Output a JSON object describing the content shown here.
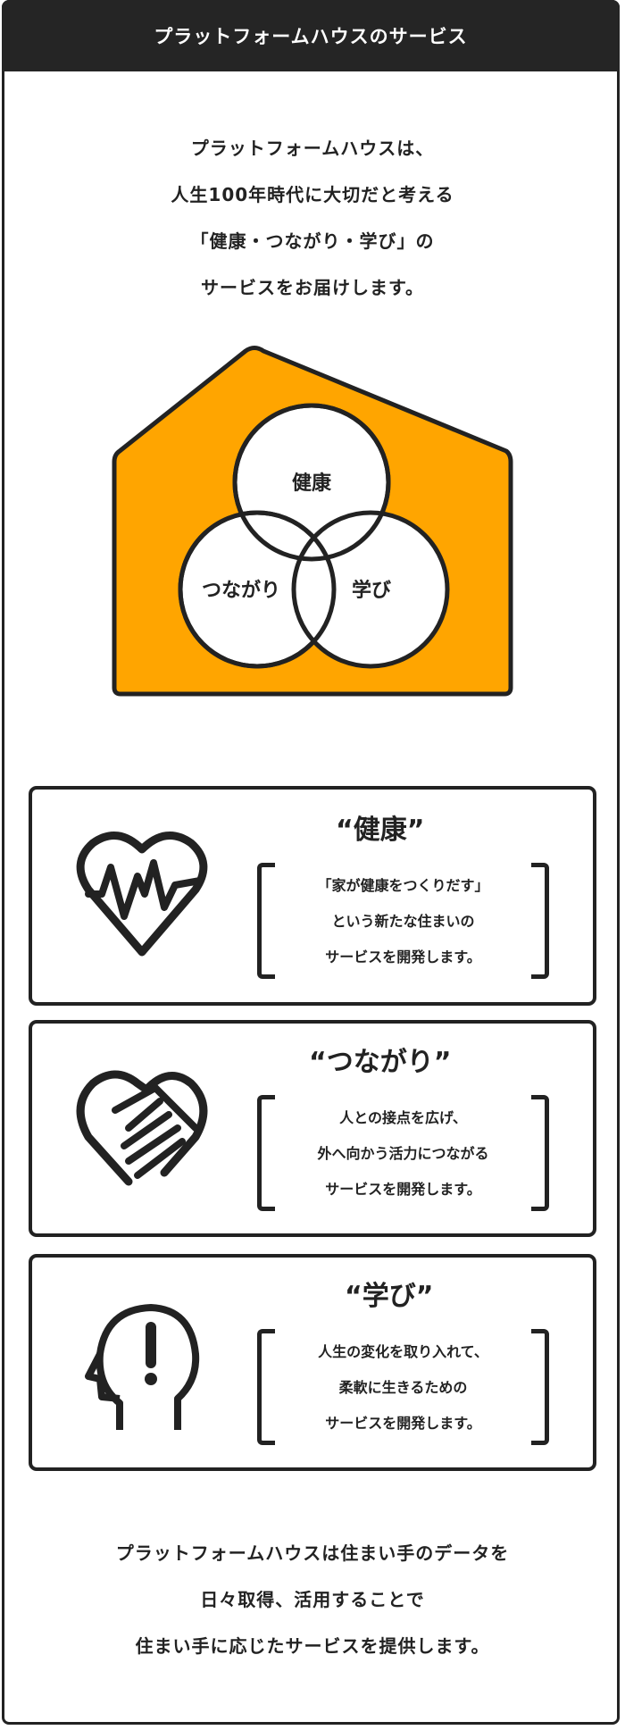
{
  "header": {
    "title": "プラットフォームハウスのサービス"
  },
  "intro": {
    "lines": [
      "プラットフォームハウスは、",
      "人生100年時代に大切だと考える",
      "「健康・つながり・学び」の",
      "サービスをお届けします。"
    ]
  },
  "diagram": {
    "circles": [
      "健康",
      "つながり",
      "学び"
    ],
    "house_color": "#FFA500"
  },
  "cards": [
    {
      "title": "“健康”",
      "icon": "heart-pulse-icon",
      "lines": [
        "「家が健康をつくりだす」",
        "という新たな住まいの",
        "サービスを開発します。"
      ]
    },
    {
      "title": "“つながり”",
      "icon": "handshake-heart-icon",
      "lines": [
        "人との接点を広げ、",
        "外へ向かう活力につながる",
        "サービスを開発します。"
      ]
    },
    {
      "title": "“学び”",
      "icon": "head-exclamation-icon",
      "lines": [
        "人生の変化を取り入れて、",
        "柔軟に生きるための",
        "サービスを開発します。"
      ]
    }
  ],
  "outro": {
    "lines": [
      "プラットフォームハウスは住まい手のデータを",
      "日々取得、活用することで",
      "住まい手に応じたサービスを提供します。"
    ]
  }
}
